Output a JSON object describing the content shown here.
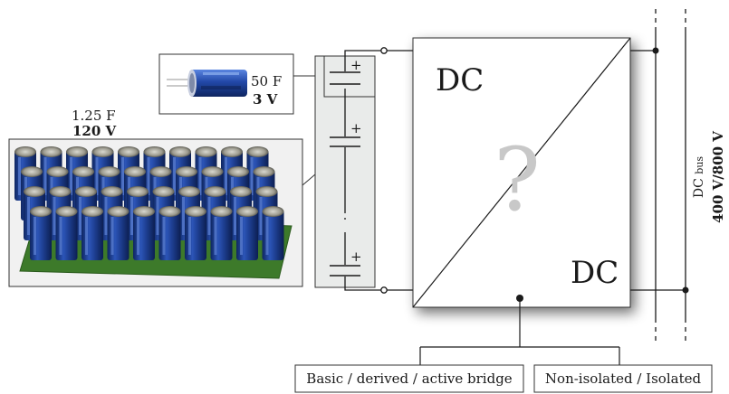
{
  "supercap_single": {
    "capacitance": "50 F",
    "voltage": "3 V"
  },
  "supercap_module": {
    "capacitance": "1.25 F",
    "voltage": "120 V"
  },
  "stack_symbols": {
    "plus_top": "+",
    "plus_mid": "+",
    "plus_bot": "+"
  },
  "converter": {
    "input_label": "DC",
    "output_label": "DC",
    "question": "?"
  },
  "dc_bus": {
    "label_prefix": "DC",
    "label_suffix": "bus",
    "voltages": "400 V/800 V"
  },
  "options": {
    "topology": "Basic / derived / active bridge",
    "isolation": "Non-isolated / Isolated"
  },
  "colors": {
    "capacitor_blue": "#1f3f96",
    "pcb_green": "#3d7a2a",
    "panel_grey": "#e9ebea",
    "line": "#1a1a1a"
  }
}
